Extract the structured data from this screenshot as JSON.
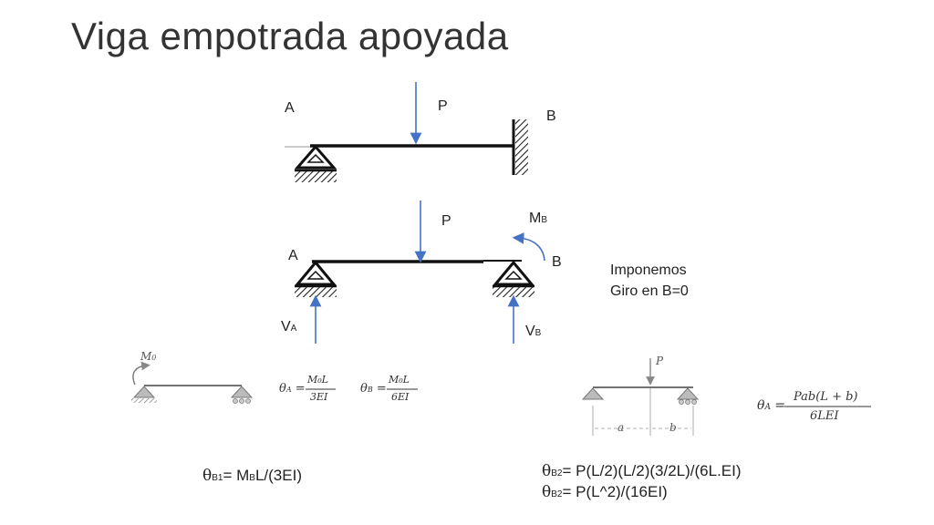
{
  "title": "Viga empotrada apoyada",
  "diagram1": {
    "label_a": "A",
    "label_p": "P",
    "label_b": "B"
  },
  "diagram2": {
    "label_p": "P",
    "label_mb_main": "M",
    "label_mb_sub": "B",
    "label_a": "A",
    "label_b": "B",
    "label_va_main": "V",
    "label_va_sub": "A",
    "label_vb_main": "V",
    "label_vb_sub": "B"
  },
  "note": {
    "line1": "Imponemos",
    "line2": "Giro en B=0"
  },
  "ref_left": {
    "moment_label": "M",
    "moment_sub": "0",
    "theta_a_lhs": "θ",
    "theta_a_sub": "A",
    "theta_a_num": "M₀L",
    "theta_a_den": "3EI",
    "theta_b_lhs": "θ",
    "theta_b_sub": "B",
    "theta_b_num": "M₀L",
    "theta_b_den": "6EI"
  },
  "ref_right": {
    "load_label": "P",
    "dim_a": "a",
    "dim_b": "b",
    "theta_lhs": "θ",
    "theta_sub": "A",
    "num": "Pab(L + b)",
    "den": "6LEI"
  },
  "equations": {
    "eq1_theta": "θ",
    "eq1_sub": "B1",
    "eq1_rest_a": "= M",
    "eq1_rest_sub": "B",
    "eq1_rest_b": "L/(3EI)",
    "eq2_theta": "θ",
    "eq2_sub": "B2",
    "eq2_rest": "= P(L/2)(L/2)(3/2L)/(6L.EI)",
    "eq3_theta": "θ",
    "eq3_sub": "B2",
    "eq3_rest": "= P(L^2)/(16EI)"
  },
  "colors": {
    "arrow": "#4472c4",
    "beam": "#111111"
  }
}
